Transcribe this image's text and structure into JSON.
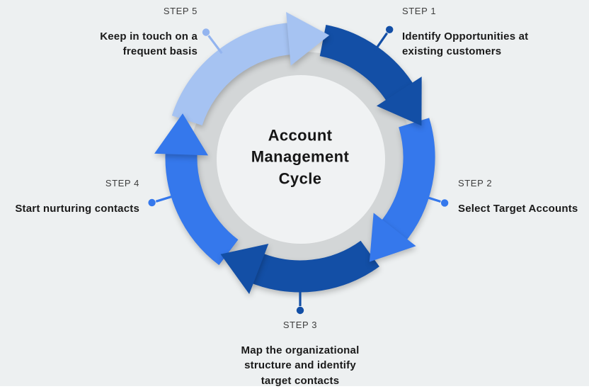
{
  "title": "Account\nManagement\nCycle",
  "steps": [
    {
      "label": "STEP 1",
      "description": "Identify Opportunities at\nexisting customers"
    },
    {
      "label": "STEP 2",
      "description": "Select Target Accounts"
    },
    {
      "label": "STEP 3",
      "description": "Map the organizational\nstructure and identify\ntarget contacts"
    },
    {
      "label": "STEP 4",
      "description": "Start nurturing contacts"
    },
    {
      "label": "STEP 5",
      "description": "Keep in touch on a\nfrequent basis"
    }
  ],
  "colors": {
    "background": "#EDF0F1",
    "dark_blue": "#134FA6",
    "medium_blue": "#3578EC",
    "light_blue": "#A6C3F2",
    "connector_light": "#93B4EF",
    "ring_gray": "#D3D6D7",
    "inner_circle": "#F0F2F3",
    "step_label_text": "#3D3D3D",
    "body_text": "#1A1A1A"
  }
}
